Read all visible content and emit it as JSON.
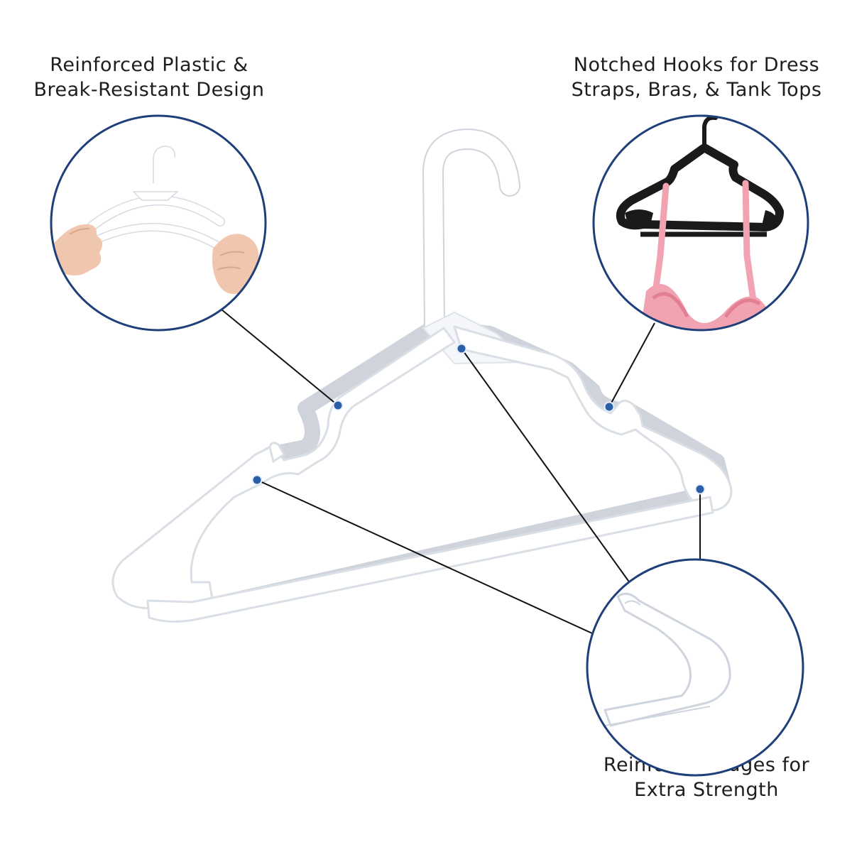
{
  "callouts": {
    "top_left": {
      "line1": "Reinforced Plastic &",
      "line2": "Break-Resistant Design"
    },
    "top_right": {
      "line1": "Notched Hooks for Dress",
      "line2": "Straps, Bras, & Tank Tops"
    },
    "bottom_right": {
      "line1": "Reinforced Edges for",
      "line2": "Extra Strength"
    }
  },
  "colors": {
    "circle_ring": "#1f3f7a",
    "leader_line": "#111111",
    "marker_dot": "#2a5fa8",
    "hanger": "#ffffff",
    "hanger_shadow": "#e6e9ef",
    "black_hanger": "#1a1a1a",
    "garment": "#f2a3b2",
    "skin": "#f0c7ae"
  }
}
